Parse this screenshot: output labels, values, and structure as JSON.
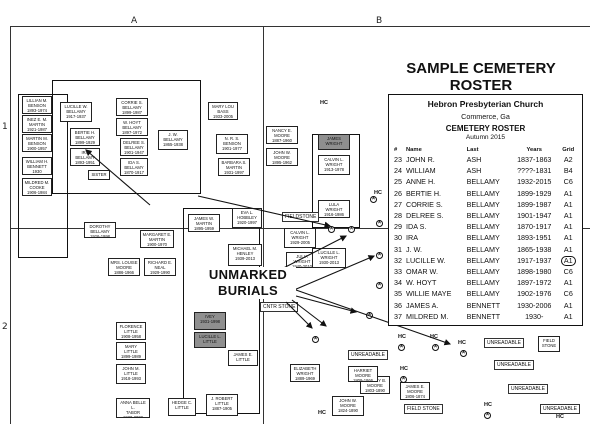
{
  "grid": {
    "columns": [
      "A",
      "B"
    ],
    "rows": [
      "1",
      "2"
    ]
  },
  "map_title": {
    "line1": "SAMPLE CEMETERY",
    "line2": "ROSTER"
  },
  "roster": {
    "church": "Hebron Presbyterian Church",
    "location": "Commerce, Ga",
    "heading": "CEMETERY ROSTER",
    "season": "Autumn 2015",
    "columns": [
      "#",
      "Name",
      "Last",
      "Years",
      "Grid"
    ],
    "rows": [
      [
        "23",
        "JOHN R.",
        "ASH",
        "1837-1863",
        "A2"
      ],
      [
        "24",
        "WILLIAM",
        "ASH",
        "????-1831",
        "B4"
      ],
      [
        "25",
        "ANNE H.",
        "BELLAMY",
        "1932-2015",
        "C6"
      ],
      [
        "26",
        "BERTIE H.",
        "BELLAMY",
        "1899-1929",
        "A1"
      ],
      [
        "27",
        "CORRIE S.",
        "BELLAMY",
        "1899-1987",
        "A1"
      ],
      [
        "28",
        "DELREE S.",
        "BELLAMY",
        "1901-1947",
        "A1"
      ],
      [
        "29",
        "IDA S.",
        "BELLAMY",
        "1870-1917",
        "A1"
      ],
      [
        "30",
        "IRA",
        "BELLAMY",
        "1893-1951",
        "A1"
      ],
      [
        "31",
        "J. W.",
        "BELLAMY",
        "1865-1938",
        "A1"
      ],
      [
        "32",
        "LUCILLE W.",
        "BELLAMY",
        "1917-1937",
        "A1"
      ],
      [
        "33",
        "OMAR W.",
        "BELLAMY",
        "1898-1980",
        "C6"
      ],
      [
        "34",
        "W. HOYT",
        "BELLAMY",
        "1897-1972",
        "A1"
      ],
      [
        "35",
        "WILLIE MAYE",
        "BELLAMY",
        "1902-1976",
        "C6"
      ],
      [
        "36",
        "JAMES A.",
        "BENNETT",
        "1930-2006",
        "A1"
      ],
      [
        "37",
        "MILDRED M.",
        "BENNETT",
        "1930-",
        "A1"
      ]
    ],
    "circled_row": 9
  },
  "callout": {
    "line1": "UNMARKED",
    "line2": "BURIALS"
  },
  "hc_label": "HC",
  "labels": {
    "fieldstone": "FIELDSTONE",
    "cntrstone": "CNTR STONE",
    "unreadable": "UNREADABLE",
    "field_stone": "FIELD STONE"
  },
  "graves": [
    {
      "t": "LILLIAN M.\nBENSON\n1893-1974"
    },
    {
      "t": "INEZ E. M.\nMARTIN\n1921-1987"
    },
    {
      "t": "MARTIN M.\nBENSON\n1900-1957"
    },
    {
      "t": "LUCILLE W.\nBELLAMY\n1917-1937"
    },
    {
      "t": "CORRIE S.\nBELLAMY\n1899-1987"
    },
    {
      "t": "W. HOYT\nBELLAMY\n1897-1972"
    },
    {
      "t": "BERTIE H.\nBELLAMY\n1899-1929"
    },
    {
      "t": "IRA\nBELLAMY\n1893-1951"
    },
    {
      "t": "DELREE S.\nBELLAMY\n1901-1947"
    },
    {
      "t": "IDA S.\nBELLAMY\n1870-1917"
    },
    {
      "t": "J. W.\nBELLAMY\n1865-1938"
    },
    {
      "t": "SISTER"
    },
    {
      "t": "MILDRED M.\nCOOKE\n1906-1984"
    },
    {
      "t": "WILLIAM H.\nBENNETT\n1930"
    },
    {
      "t": "MARY LOU\nBASS\n1933-2005"
    },
    {
      "t": "N. R. S.\nBENSON\n1901-1977"
    },
    {
      "t": "BARBARA S.\nMARTIN\n1931-1997"
    },
    {
      "t": "JOHN W.\nMOORE\n1895-1962"
    },
    {
      "t": "NANCY E.\nMOORE\n1887-1960"
    },
    {
      "t": "JAMES\nWRIGHT"
    },
    {
      "t": "CALVIN L.\nWRIGHT\n1913-1978"
    },
    {
      "t": "LULA\nWRIGHT\n1916-1986"
    },
    {
      "t": "DOROTHY\nBELLAMY\n1926-1998"
    },
    {
      "t": "JAMES W.\nMARTIN\n1895-1959"
    },
    {
      "t": "MARGARET E.\nMARTIN\n1900-1970"
    },
    {
      "t": "MRS. LOUISE\nMOORE\n1886-1966"
    },
    {
      "t": "RICHARD E.\nNEAL\n1929-1990"
    },
    {
      "t": "EVA L.\nHOBBLEY\n1920-1997"
    },
    {
      "t": "MICHAEL M.\nHENLEY\n1939-2013"
    },
    {
      "t": "CALVIN L.\nWRIGHT\n1929-2005"
    },
    {
      "t": "JULIA\nWRIGHT\n1940-2010"
    },
    {
      "t": "LUCILLE L.\nWRIGHT\n1930-2013"
    },
    {
      "t": "FLORENCE\nLITTLE\n1908-1958"
    },
    {
      "t": "ELIZABETH\nWRIGHT\n1889-1969"
    },
    {
      "t": "MARY\nLITTLE\n1899-1989"
    },
    {
      "t": "ANNA BELLE L.\nTABOR\n1930-2008"
    },
    {
      "t": "JOHN M.\nLITTLE\n1918-1993"
    },
    {
      "t": "HEDGE C.\nLITTLE"
    },
    {
      "t": "J. ROBERT\nLITTLE\n1887-1905"
    },
    {
      "t": "JOHN W.\nMOORE\n1824-1890"
    },
    {
      "t": "HARVEY B.\nMOORE\n1803-1890"
    },
    {
      "t": "IVEY\n1931-1998"
    },
    {
      "t": "HARRIET\nMOORE\n1809-1866"
    },
    {
      "t": "JAMES E.\nMOORE\n1806-1874"
    },
    {
      "t": "FIELD\nSTONE"
    },
    {
      "t": "LUCILLE L.\nLITTLE"
    },
    {
      "t": "JAMES E.\nLITTLE"
    }
  ]
}
